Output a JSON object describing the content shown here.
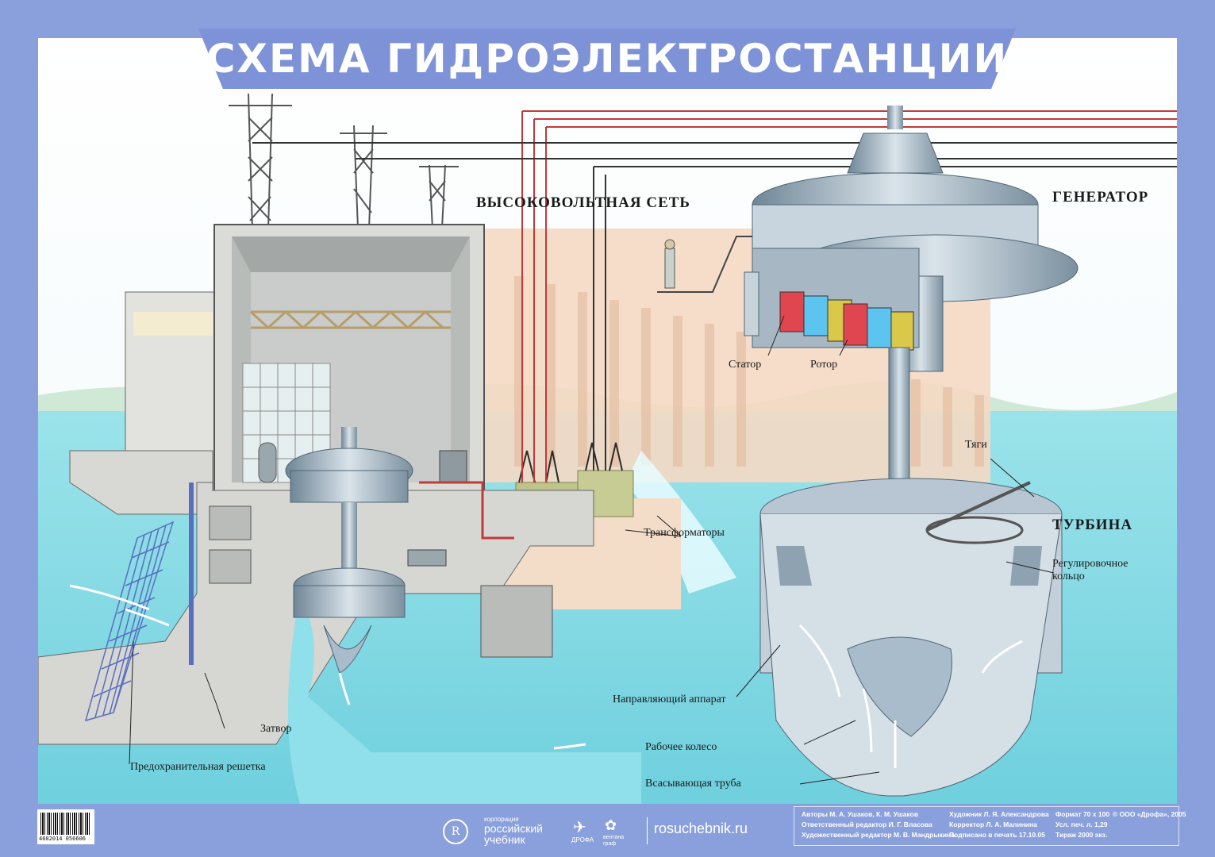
{
  "title": "СХЕМА ГИДРОЭЛЕКТРОСТАНЦИИ",
  "labels": {
    "high_voltage": "ВЫСОКОВОЛЬТНАЯ СЕТЬ",
    "generator": "ГЕНЕРАТОР",
    "stator": "Статор",
    "rotor": "Ротор",
    "rods": "Тяги",
    "turbine": "ТУРБИНА",
    "regulating_ring_1": "Регулировочное",
    "regulating_ring_2": "кольцо",
    "transformers": "Трансформаторы",
    "guide_apparatus": "Направляющий аппарат",
    "runner": "Рабочее колесо",
    "draft_tube": "Всасывающая труба",
    "gate": "Затвор",
    "trash_rack": "Предохранительная решетка"
  },
  "footer": {
    "barcode_number": "4602014 056606",
    "corp_small": "корпорация",
    "corp_name_1": "российский",
    "corp_name_2": "учебник",
    "drofa": "ДРОФА",
    "ventana": "вентана граф",
    "website": "rosuchebnik.ru",
    "credits_col1": [
      "Авторы М. А. Ушаков, К. М. Ушаков",
      "Ответственный редактор И. Г. Власова",
      "Художественный редактор М. В. Мандрыкина"
    ],
    "credits_col2": [
      "Художник Л. Я. Александрова",
      "Корректор Л. А. Малинина",
      "Подписано в печать 17.10.05"
    ],
    "credits_col3": [
      "Формат 70 х 100",
      "Усл. печ. л. 1,29",
      "Тираж 2000 экз."
    ],
    "copyright": "© ООО «Дрофа», 2005"
  },
  "colors": {
    "frame": "#8aa0dc",
    "water": "#7fd8e3",
    "concrete": "#dcdcd8",
    "metal": "#9fb3c4",
    "rotor_red": "#e0464f",
    "rotor_blue": "#5cc4ee",
    "rotor_yellow": "#d9c84a",
    "cable_red": "#c23a3a"
  }
}
